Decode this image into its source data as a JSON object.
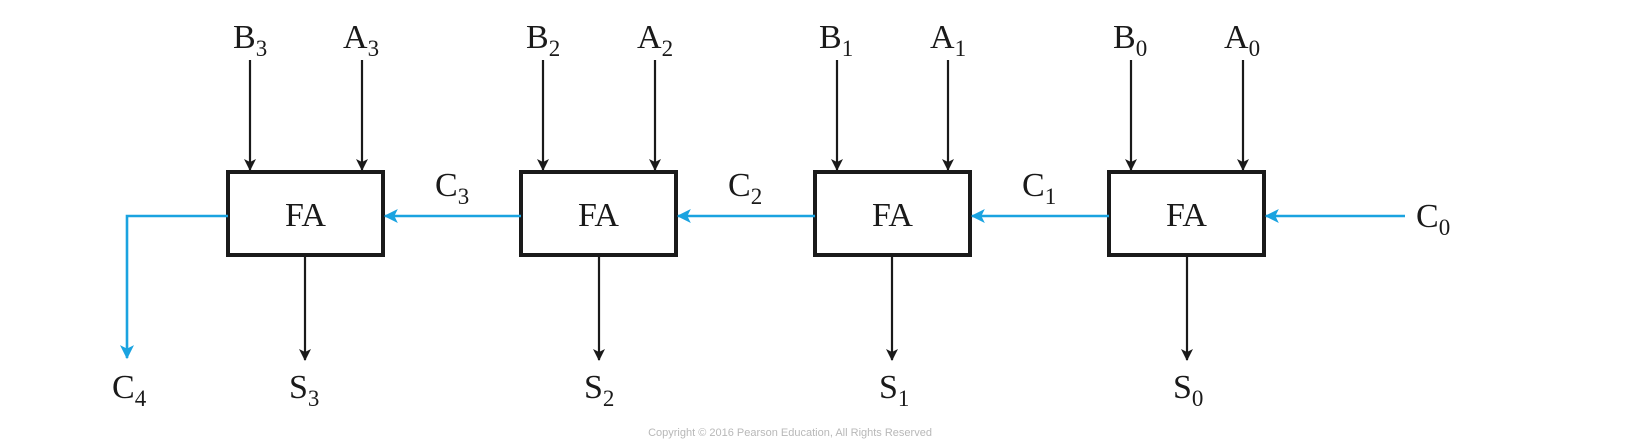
{
  "diagram": {
    "adders": [
      {
        "label": "FA",
        "a": {
          "base": "A",
          "sub": "3"
        },
        "b": {
          "base": "B",
          "sub": "3"
        },
        "s": {
          "base": "S",
          "sub": "3"
        }
      },
      {
        "label": "FA",
        "a": {
          "base": "A",
          "sub": "2"
        },
        "b": {
          "base": "B",
          "sub": "2"
        },
        "s": {
          "base": "S",
          "sub": "2"
        }
      },
      {
        "label": "FA",
        "a": {
          "base": "A",
          "sub": "1"
        },
        "b": {
          "base": "B",
          "sub": "1"
        },
        "s": {
          "base": "S",
          "sub": "1"
        }
      },
      {
        "label": "FA",
        "a": {
          "base": "A",
          "sub": "0"
        },
        "b": {
          "base": "B",
          "sub": "0"
        },
        "s": {
          "base": "S",
          "sub": "0"
        }
      }
    ],
    "carries": [
      {
        "base": "C",
        "sub": "3"
      },
      {
        "base": "C",
        "sub": "2"
      },
      {
        "base": "C",
        "sub": "1"
      },
      {
        "base": "C",
        "sub": "0"
      },
      {
        "base": "C",
        "sub": "4"
      }
    ],
    "colors": {
      "carry_wire": "#1aa3e0",
      "signal_wire": "#1a1a1a",
      "box_stroke": "#1a1a1a"
    },
    "copyright": "Copyright © 2016 Pearson Education, All Rights Reserved"
  }
}
